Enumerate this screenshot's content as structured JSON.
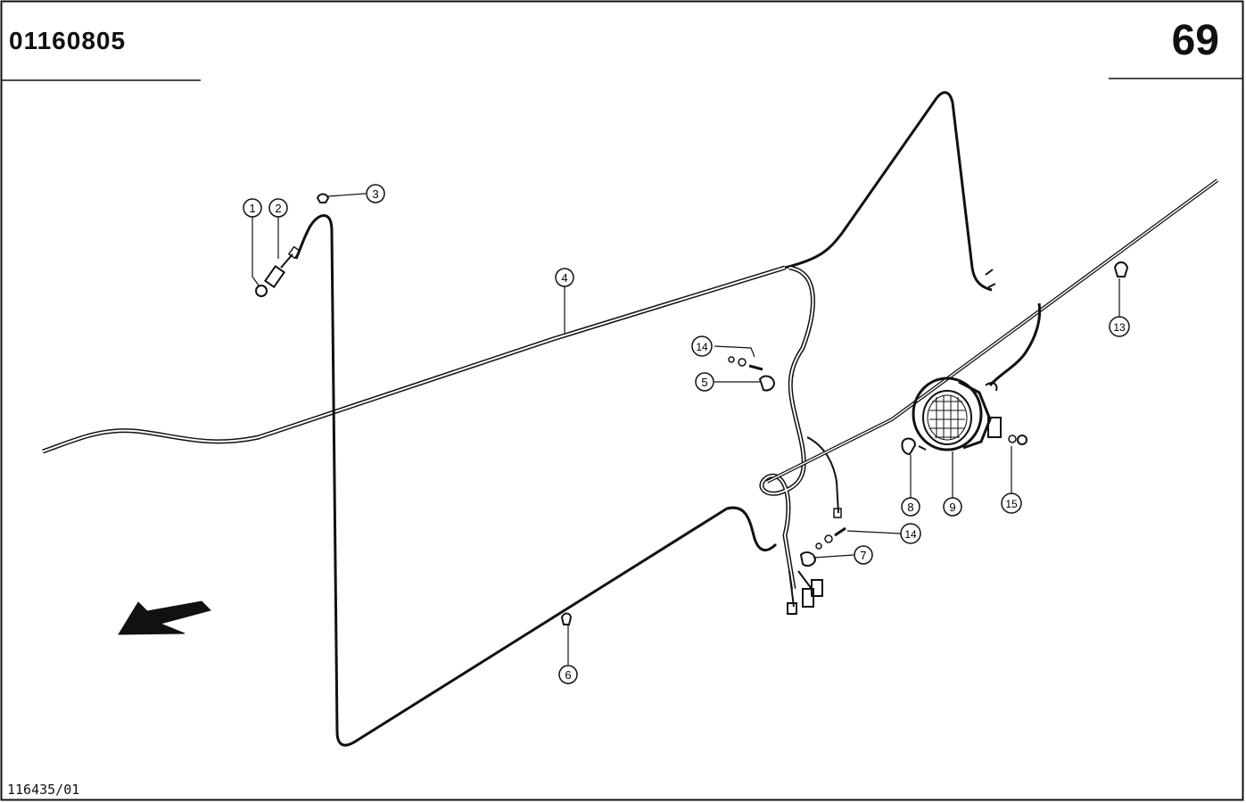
{
  "header": {
    "drawing_number": "01160805",
    "page_number": "69"
  },
  "footer": {
    "reference": "116435/01"
  },
  "callouts": [
    "1",
    "2",
    "3",
    "4",
    "5",
    "6",
    "7",
    "8",
    "9",
    "13",
    "14",
    "15"
  ],
  "icons": {
    "direction_arrow": "arrow-icon"
  },
  "colors": {
    "line": "#111111",
    "background": "#ffffff"
  }
}
